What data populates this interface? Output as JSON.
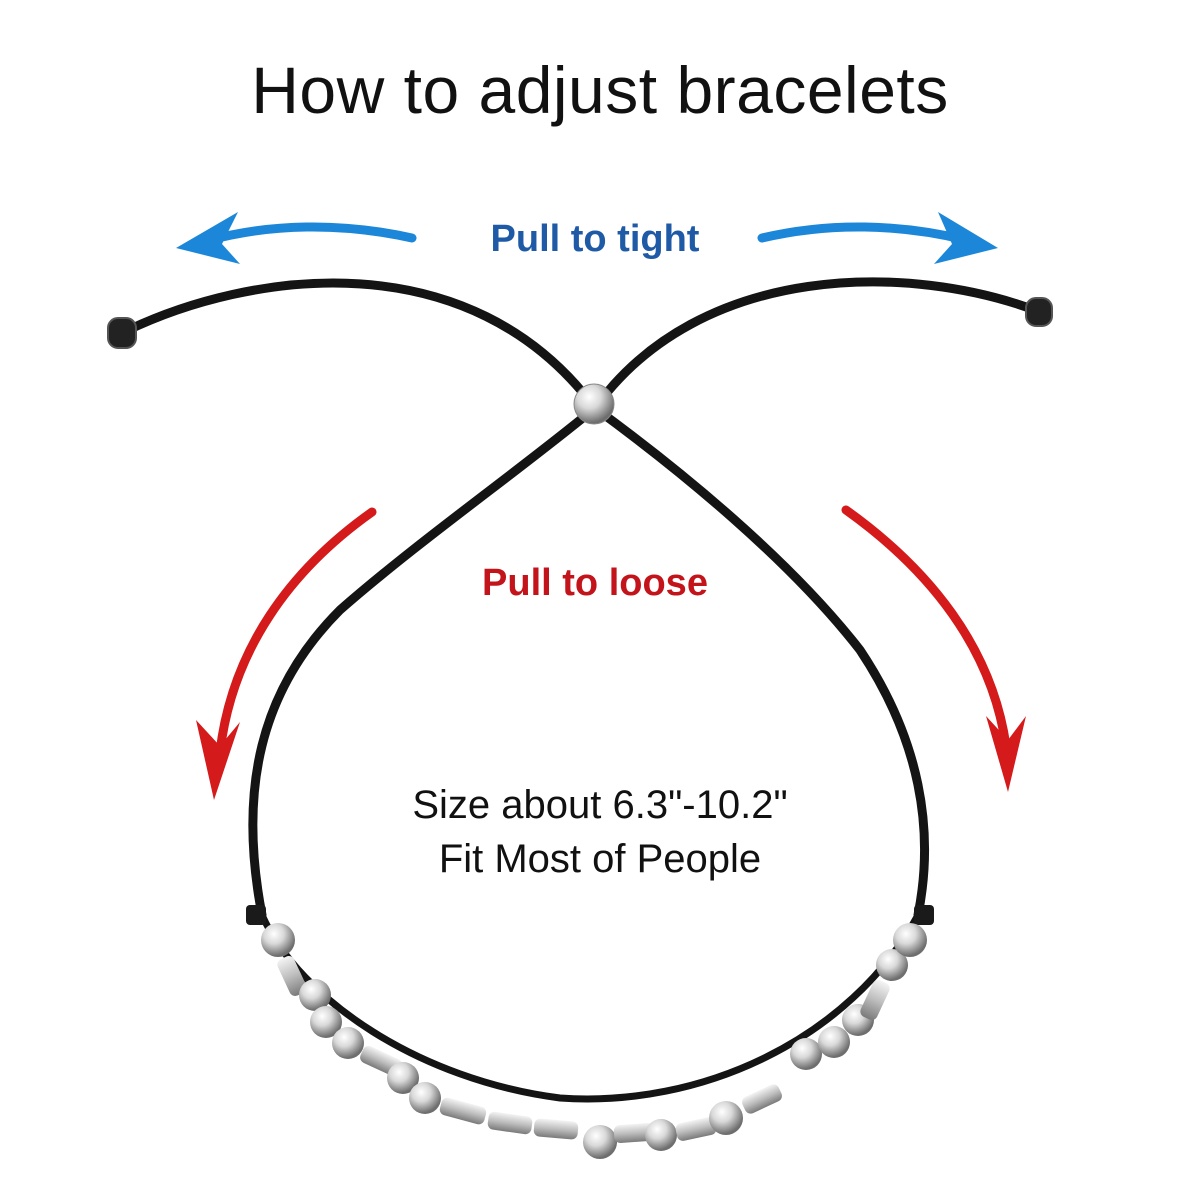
{
  "title": "How to adjust bracelets",
  "labels": {
    "pull_tight": "Pull to tight",
    "pull_loose": "Pull to loose"
  },
  "size_info": {
    "line1": "Size about 6.3\"-10.2\"",
    "line2": "Fit Most of People"
  },
  "colors": {
    "tight": "#1f5aa6",
    "tight_arrow": "#1c87d9",
    "loose": "#c4141b",
    "cord": "#141414",
    "bead": "#c9c9c9"
  }
}
